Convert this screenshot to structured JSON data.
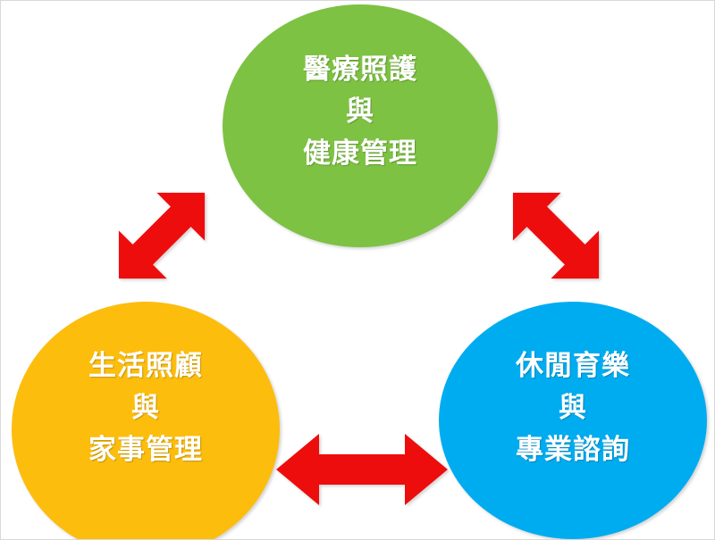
{
  "diagram": {
    "type": "triangle-relationship",
    "background_color": "#ffffff",
    "border_color": "#d8d8d8",
    "arrow_color": "#ee1111",
    "text_color": "#ffffff",
    "nodes": [
      {
        "id": "health-care",
        "name": "醫療照護與健康管理",
        "color": "#7dc242",
        "position": "top",
        "lines": [
          "醫療照護",
          "與",
          "健康管理"
        ]
      },
      {
        "id": "living-care",
        "name": "生活照顧與家事管理",
        "color": "#fcbd08",
        "position": "bottom-left",
        "lines": [
          "生活照顧",
          "與",
          "家事管理"
        ]
      },
      {
        "id": "leisure-consult",
        "name": "休閒育樂與專業諮詢",
        "color": "#03acf0",
        "position": "bottom-right",
        "lines": [
          "休閒育樂",
          "與",
          "專業諮詢"
        ]
      }
    ],
    "connectors": [
      {
        "id": "arrow-left",
        "from": "living-care",
        "to": "health-care",
        "style": "double-headed",
        "orientation": "diagonal-ne-sw"
      },
      {
        "id": "arrow-right",
        "from": "health-care",
        "to": "leisure-consult",
        "style": "double-headed",
        "orientation": "diagonal-nw-se"
      },
      {
        "id": "arrow-bottom",
        "from": "living-care",
        "to": "leisure-consult",
        "style": "double-headed",
        "orientation": "horizontal"
      }
    ]
  }
}
